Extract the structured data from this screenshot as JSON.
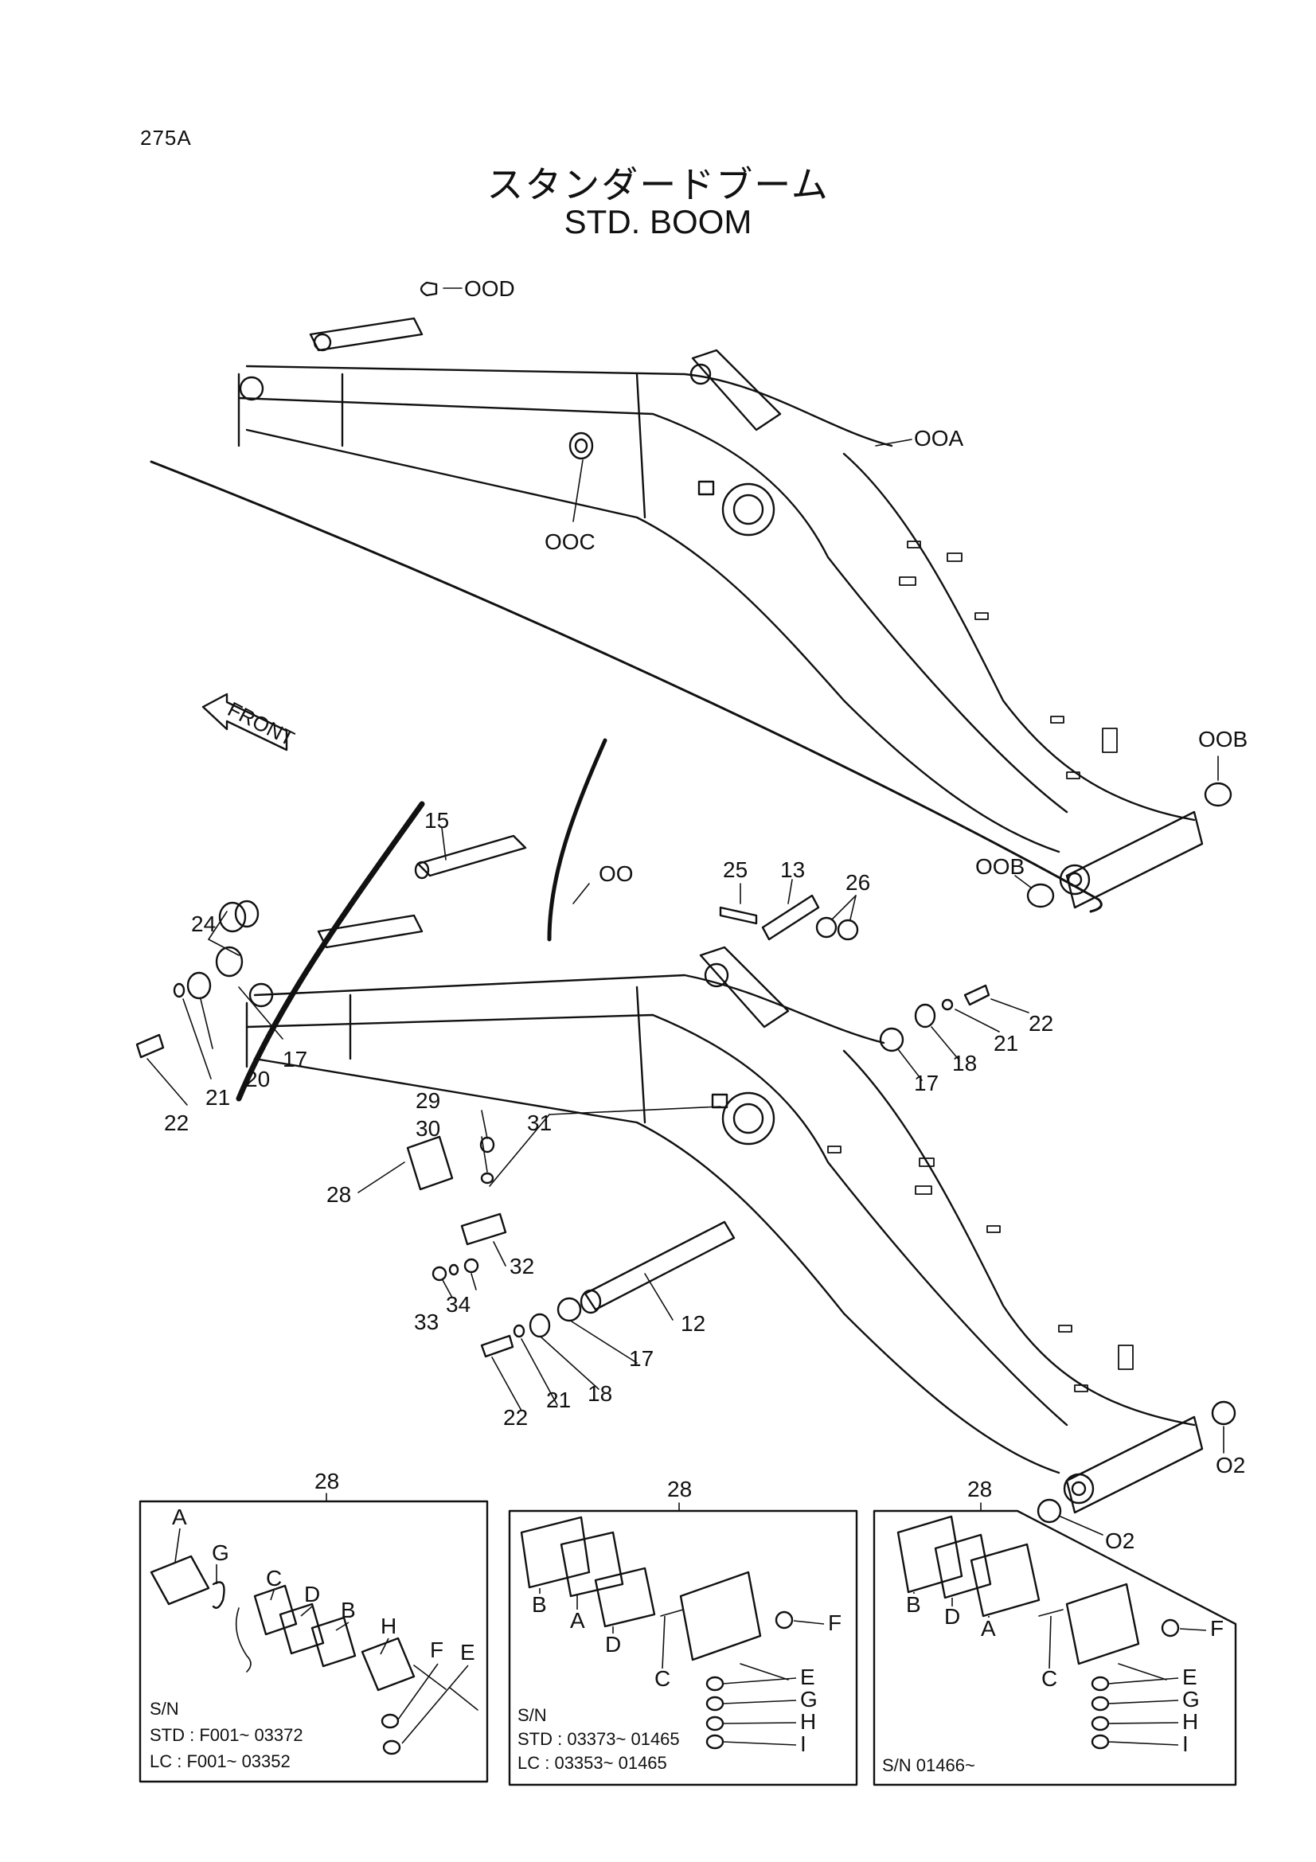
{
  "page_code": "275A",
  "title_jp": "スタンダードブーム",
  "title_en": "STD. BOOM",
  "front_label": "FRONT",
  "upper_boom": {
    "labels": [
      "OOD",
      "OOA",
      "OOC",
      "OOB",
      "OOB"
    ]
  },
  "lower_boom": {
    "labels": [
      "15",
      "24",
      "OO",
      "25",
      "13",
      "26",
      "22",
      "21",
      "20",
      "17",
      "22",
      "21",
      "18",
      "17",
      "29",
      "30",
      "31",
      "28",
      "32",
      "33",
      "34",
      "12",
      "22",
      "21",
      "18",
      "17",
      "O2",
      "O2"
    ]
  },
  "detail_panels": [
    {
      "ref": "28",
      "parts": [
        "A",
        "G",
        "C",
        "D",
        "B",
        "H",
        "F",
        "E"
      ],
      "sn_lines": [
        "S/N",
        "STD : F001~ 03372",
        "LC   : F001~ 03352"
      ]
    },
    {
      "ref": "28",
      "parts": [
        "B",
        "A",
        "D",
        "C",
        "F",
        "E",
        "G",
        "H",
        "I"
      ],
      "sn_lines": [
        "S/N",
        "STD : 03373~ 01465",
        "LC   : 03353~ 01465"
      ]
    },
    {
      "ref": "28",
      "parts": [
        "B",
        "D",
        "A",
        "C",
        "F",
        "E",
        "G",
        "H",
        "I"
      ],
      "sn_lines": [
        "S/N  01466~"
      ]
    }
  ]
}
